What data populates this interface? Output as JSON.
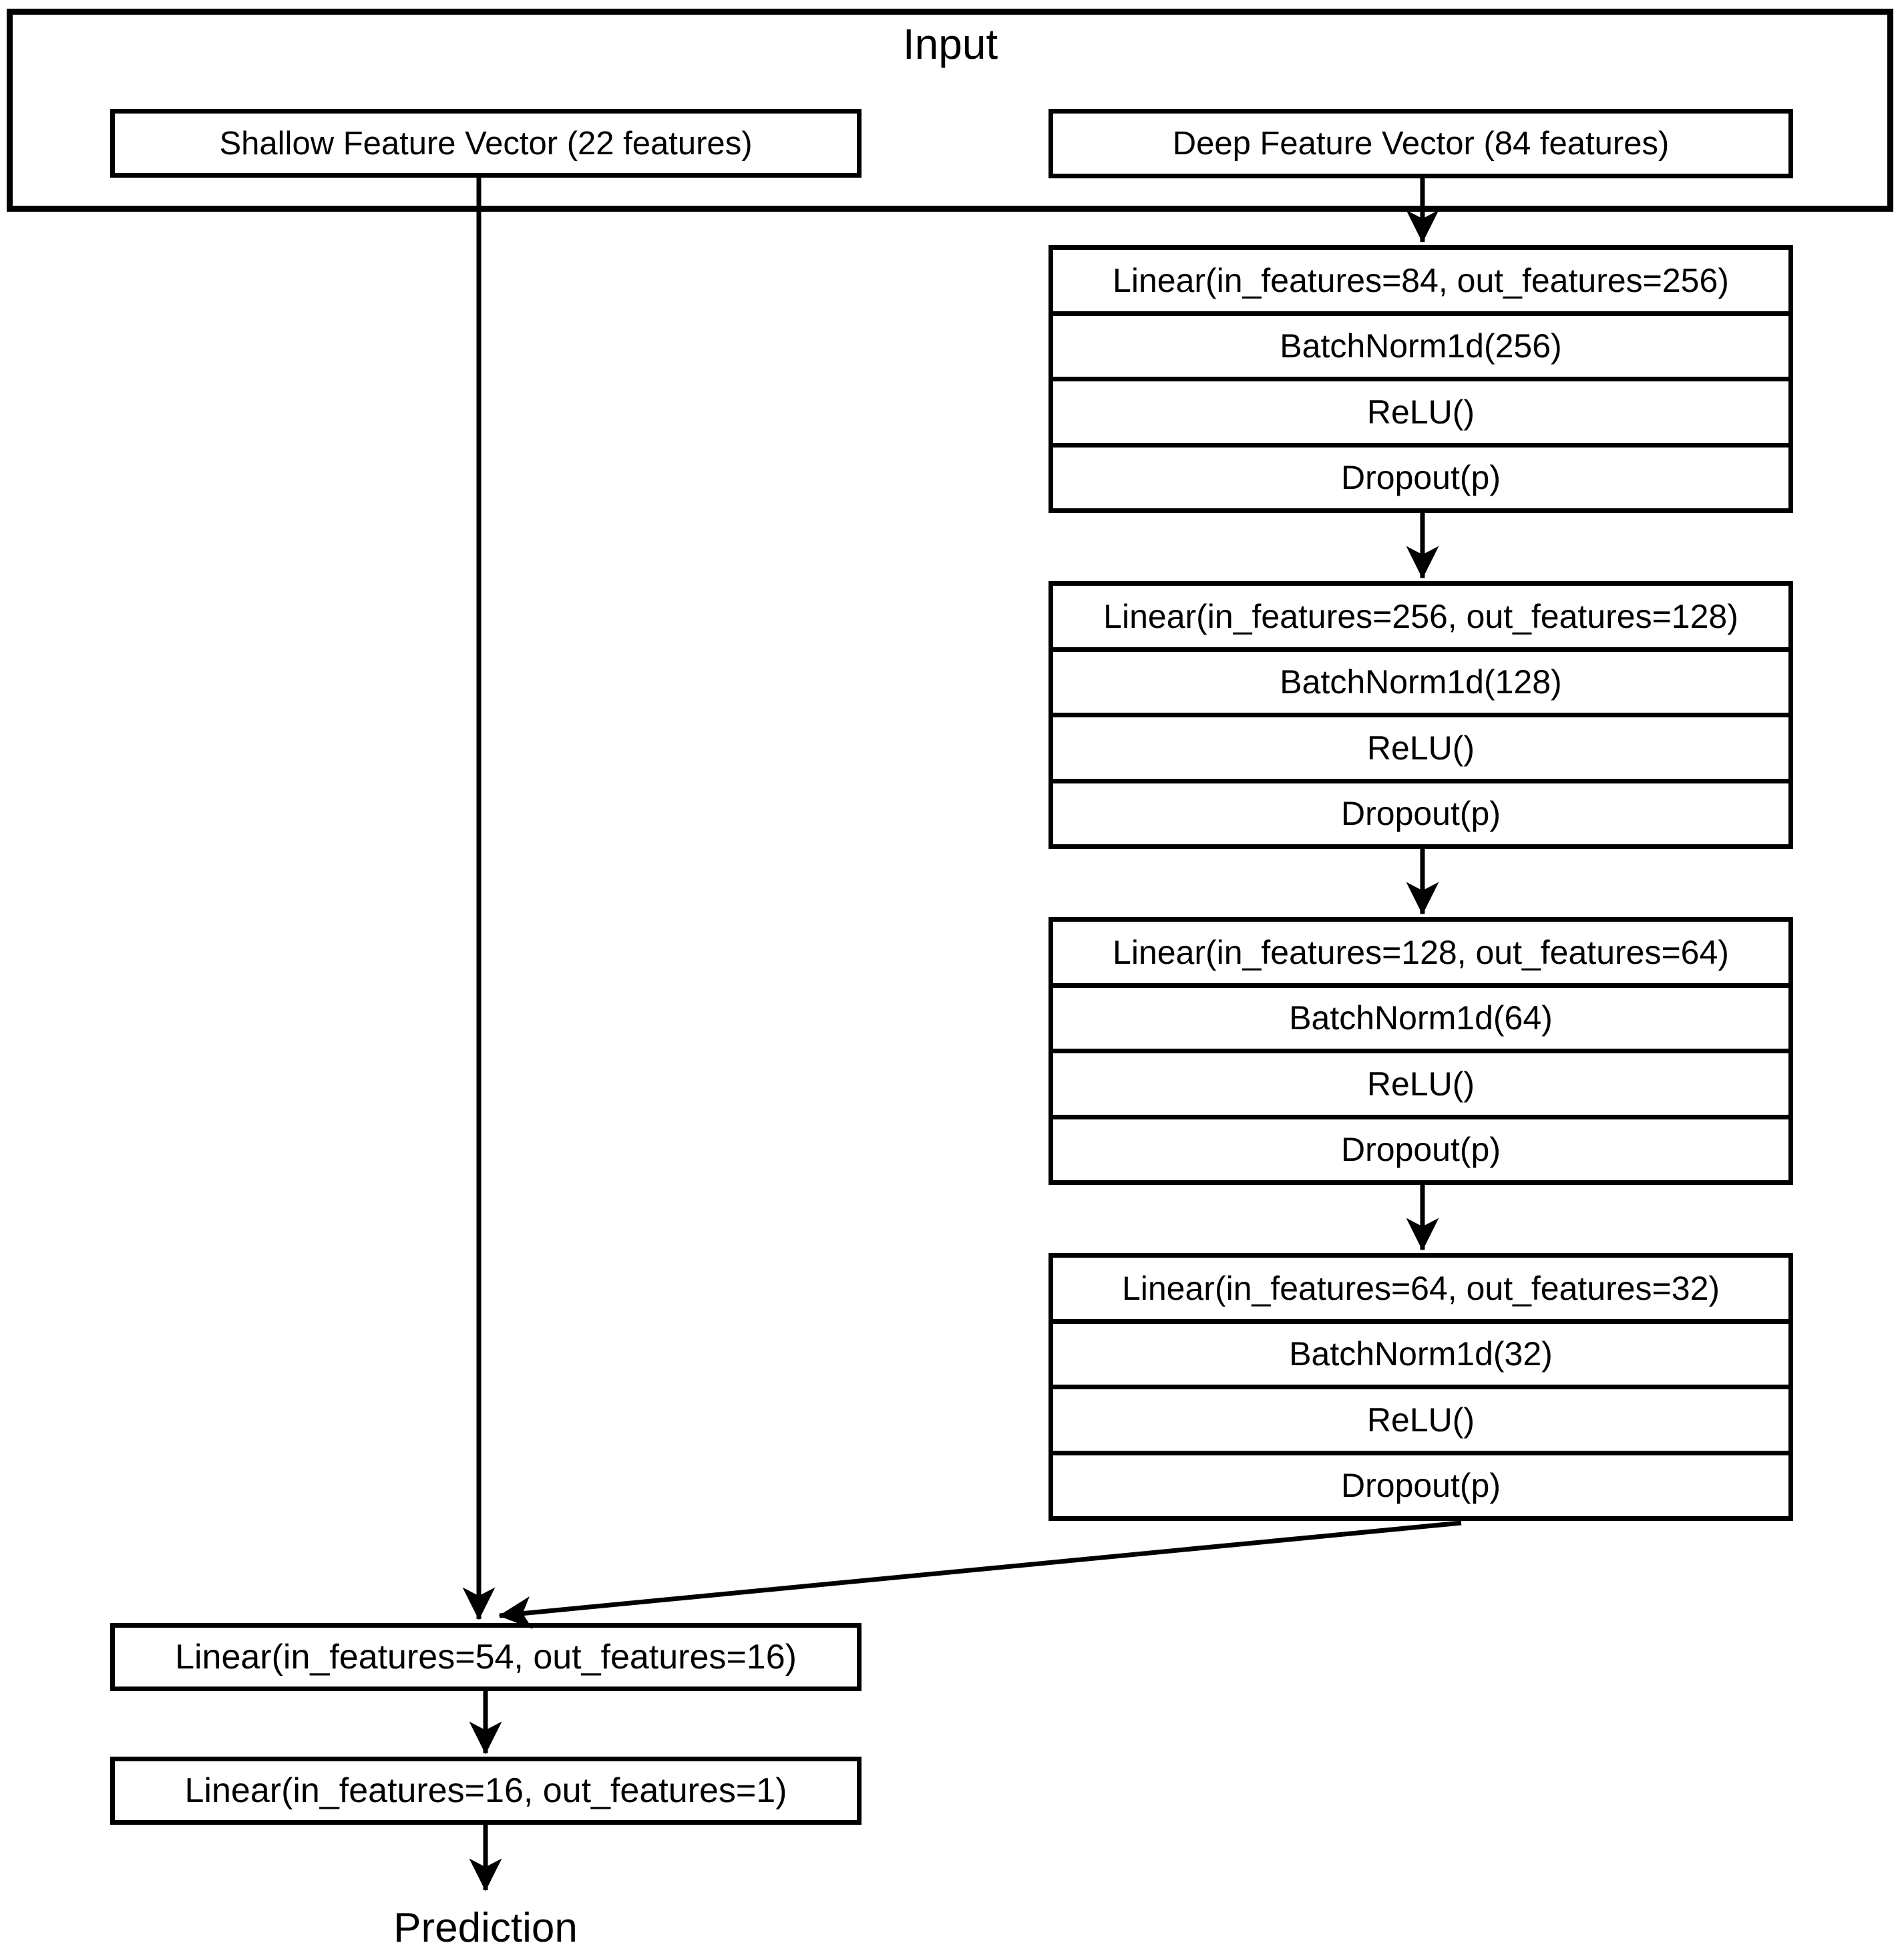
{
  "page": {
    "background": "#ffffff",
    "line_color": "#000000"
  },
  "input_group": {
    "title": "Input",
    "shallow_label": "Shallow Feature Vector (22 features)",
    "deep_label": "Deep Feature Vector (84 features)"
  },
  "deep_branch_blocks": [
    [
      "Linear(in_features=84, out_features=256)",
      "BatchNorm1d(256)",
      "ReLU()",
      "Dropout(p)"
    ],
    [
      "Linear(in_features=256, out_features=128)",
      "BatchNorm1d(128)",
      "ReLU()",
      "Dropout(p)"
    ],
    [
      "Linear(in_features=128, out_features=64)",
      "BatchNorm1d(64)",
      "ReLU()",
      "Dropout(p)"
    ],
    [
      "Linear(in_features=64, out_features=32)",
      "BatchNorm1d(32)",
      "ReLU()",
      "Dropout(p)"
    ]
  ],
  "fusion_head": {
    "linear1": "Linear(in_features=54, out_features=16)",
    "linear2": "Linear(in_features=16, out_features=1)",
    "output_label": "Prediction"
  }
}
